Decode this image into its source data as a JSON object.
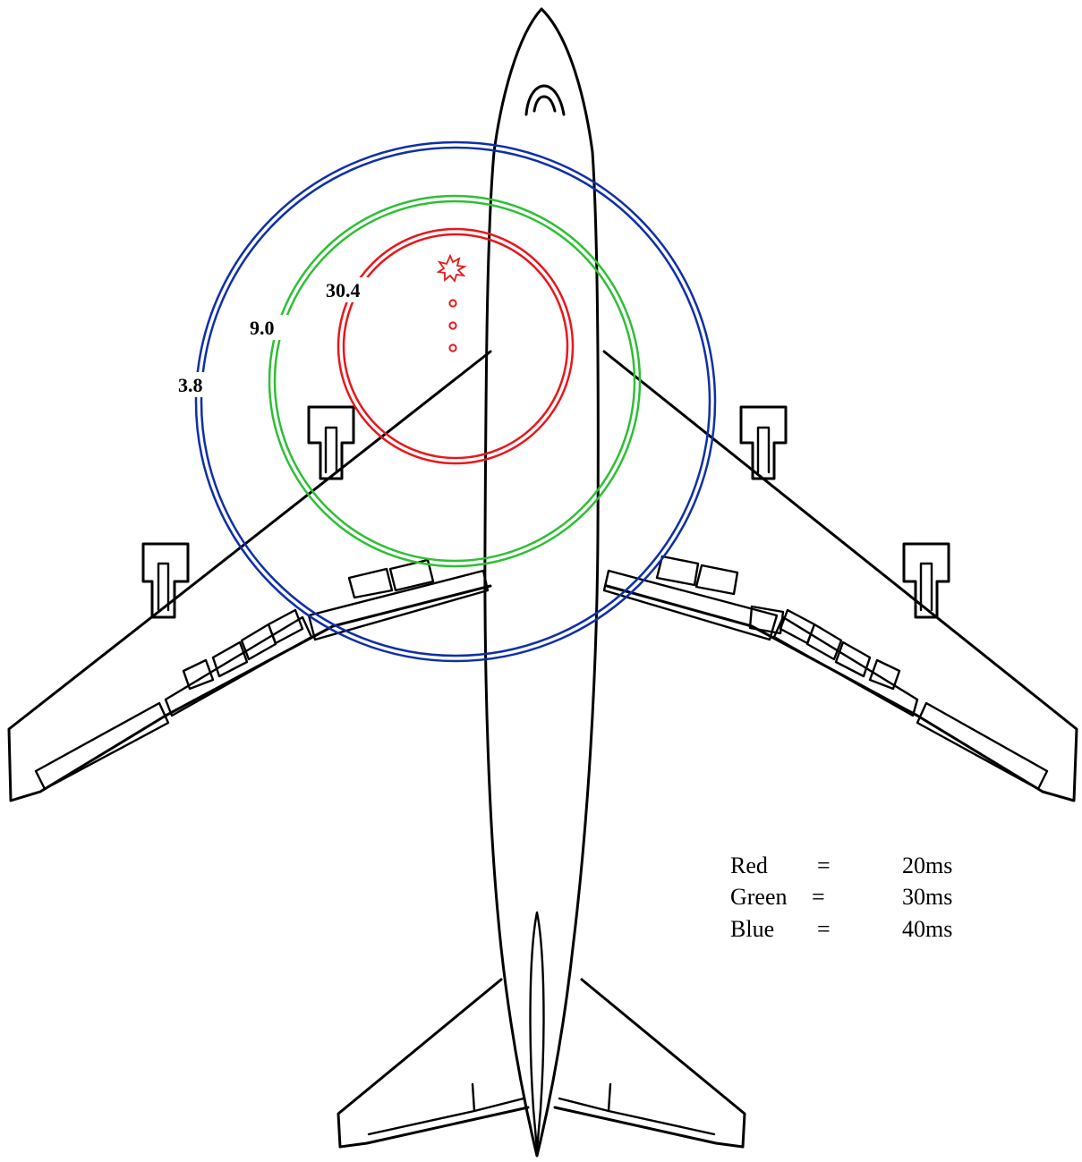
{
  "diagram": {
    "rings": [
      {
        "name": "red-ring",
        "color": "#e8171b",
        "label": "30.4"
      },
      {
        "name": "green-ring",
        "color": "#2ebf35",
        "label": "9.0"
      },
      {
        "name": "blue-ring",
        "color": "#0f2fa8",
        "label": "3.8"
      }
    ],
    "burst_color": "#e8171b",
    "legend": [
      {
        "name": "Red",
        "eq": "=",
        "value": "20ms"
      },
      {
        "name": "Green",
        "eq": "=",
        "value": "30ms"
      },
      {
        "name": "Blue",
        "eq": "=",
        "value": "40ms"
      }
    ]
  }
}
